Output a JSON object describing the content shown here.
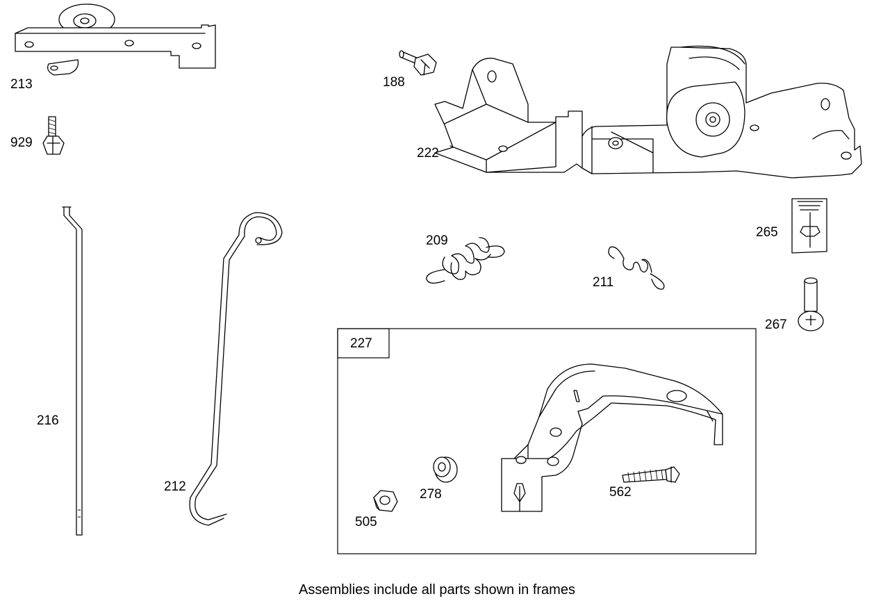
{
  "parts": {
    "p213": "213",
    "p929": "929",
    "p188": "188",
    "p222": "222",
    "p209": "209",
    "p211": "211",
    "p265": "265",
    "p267": "267",
    "p216": "216",
    "p212": "212",
    "p227": "227",
    "p278": "278",
    "p562": "562",
    "p505": "505"
  },
  "caption": "Assemblies include all parts shown in frames"
}
